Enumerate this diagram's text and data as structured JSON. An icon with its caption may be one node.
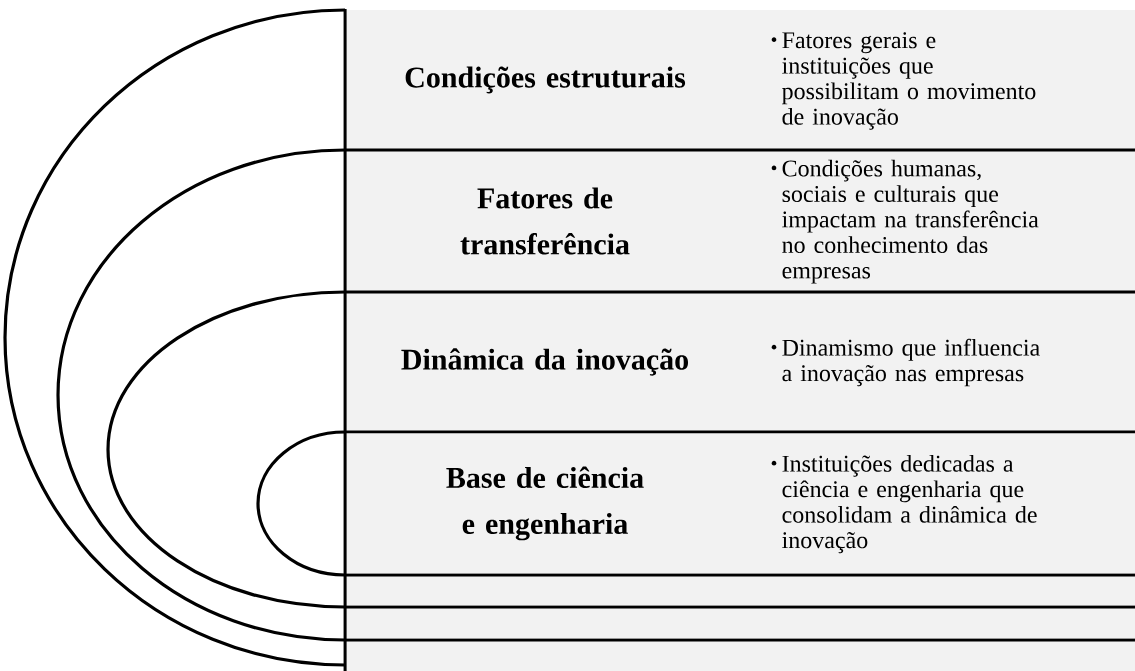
{
  "diagram": {
    "nodes": [
      {
        "text": [
          "Condições estruturais",
          "Fatores gerais e instituições que possibilitam o movimento de inovação"
        ]
      },
      {
        "text": [
          "Fatores de transferência",
          "Condições humanas, sociais e culturais que impactam na transferência no conhecimento das empresas"
        ]
      },
      {
        "text": [
          "Dinâmica da inovação",
          "Dinamismo que influencia a inovação nas empresas"
        ]
      },
      {
        "text": [
          "Base de ciência e engenharia",
          "Instituições dedicadas a ciência e engenharia que consolidam a dinâmica de inovação"
        ]
      }
    ]
  }
}
